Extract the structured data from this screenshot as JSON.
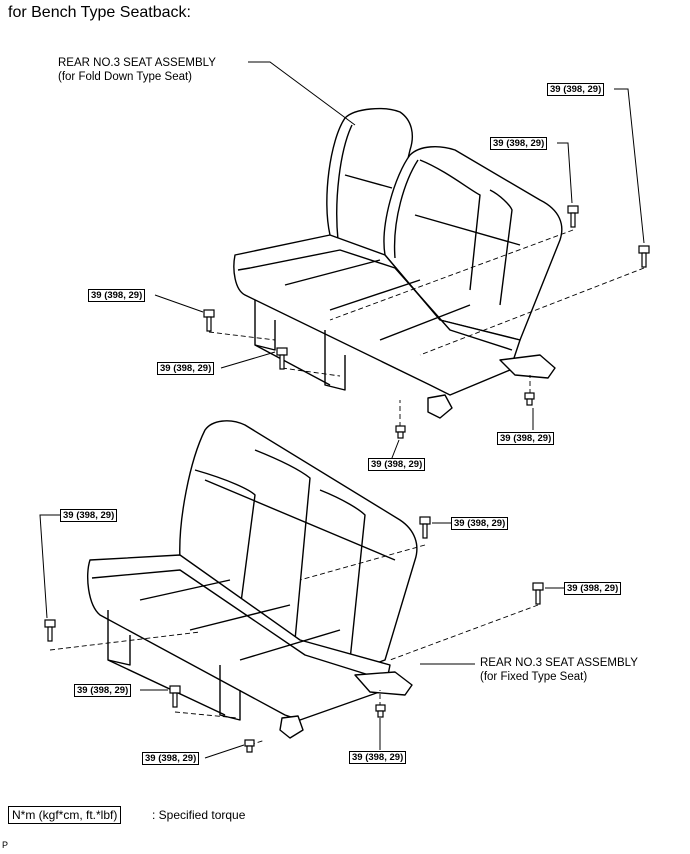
{
  "heading": "for Bench Type Seatback:",
  "callouts": {
    "fold_down": {
      "line1": "REAR NO.3 SEAT ASSEMBLY",
      "line2": "(for Fold Down Type Seat)"
    },
    "fixed": {
      "line1": "REAR NO.3 SEAT ASSEMBLY",
      "line2": "(for Fixed Type Seat)"
    }
  },
  "torque_labels": [
    "39 (398, 29)",
    "39 (398, 29)",
    "39 (398, 29)",
    "39 (398, 29)",
    "39 (398, 29)",
    "39 (398, 29)",
    "39 (398, 29)",
    "39 (398, 29)",
    "39 (398, 29)",
    "39 (398, 29)",
    "39 (398, 29)",
    "39 (398, 29)"
  ],
  "legend": {
    "unit": "N*m (kgf*cm, ft.*lbf)",
    "description": ": Specified torque"
  },
  "figure_code": "P"
}
